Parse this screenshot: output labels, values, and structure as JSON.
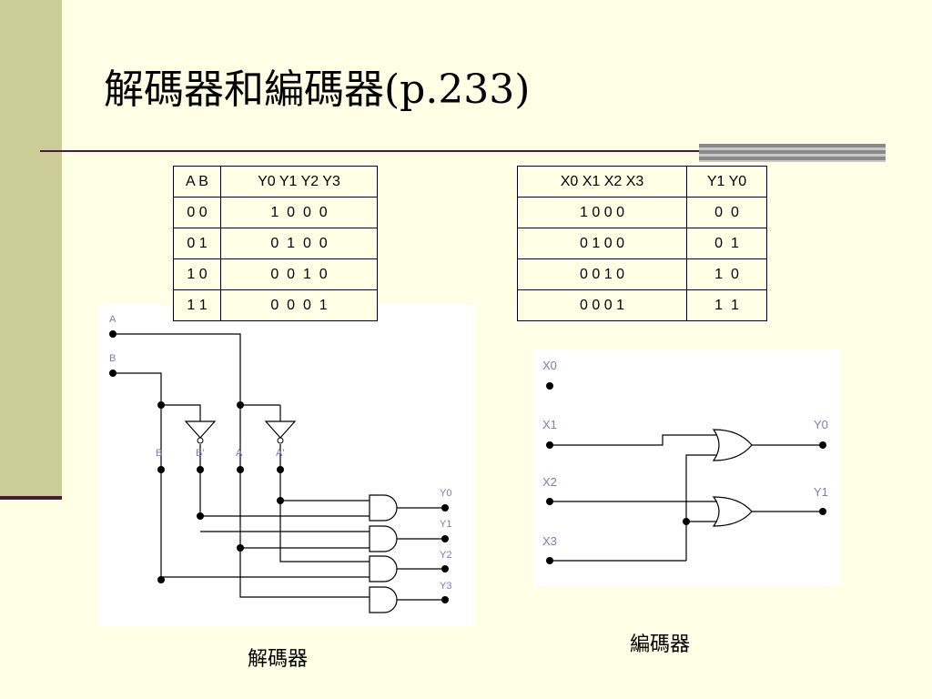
{
  "slide": {
    "title": "解碼器和編碼器(p.233)"
  },
  "decoder_table": {
    "headers": [
      "A B",
      "Y0 Y1 Y2 Y3"
    ],
    "rows": [
      [
        "0 0",
        "1  0  0  0"
      ],
      [
        "0 1",
        "0  1  0  0"
      ],
      [
        "1 0",
        "0  0  1  0"
      ],
      [
        "1 1",
        "0  0  0  1"
      ]
    ]
  },
  "encoder_table": {
    "headers": [
      "X0 X1 X2 X3",
      "Y1 Y0"
    ],
    "rows": [
      [
        "1 0 0 0",
        "0  0"
      ],
      [
        "0 1 0 0",
        "0  1"
      ],
      [
        "0 0 1 0",
        "1  0"
      ],
      [
        "0 0 0 1",
        "1  1"
      ]
    ]
  },
  "decoder_circuit": {
    "inputs": {
      "a": "A",
      "b": "B"
    },
    "buses": {
      "b": "B",
      "b_not": "B'",
      "a": "A",
      "a_not": "A'"
    },
    "outputs": [
      "Y0",
      "Y1",
      "Y2",
      "Y3"
    ],
    "caption": "解碼器"
  },
  "encoder_circuit": {
    "inputs": [
      "X0",
      "X1",
      "X2",
      "X3"
    ],
    "outputs": [
      "Y0",
      "Y1"
    ],
    "caption": "編碼器"
  },
  "colors": {
    "background": "#FFFFE5",
    "sidebar": "#CCCC99",
    "accent_line": "#4A1A3A",
    "wire_label": "#7A7AB8"
  }
}
